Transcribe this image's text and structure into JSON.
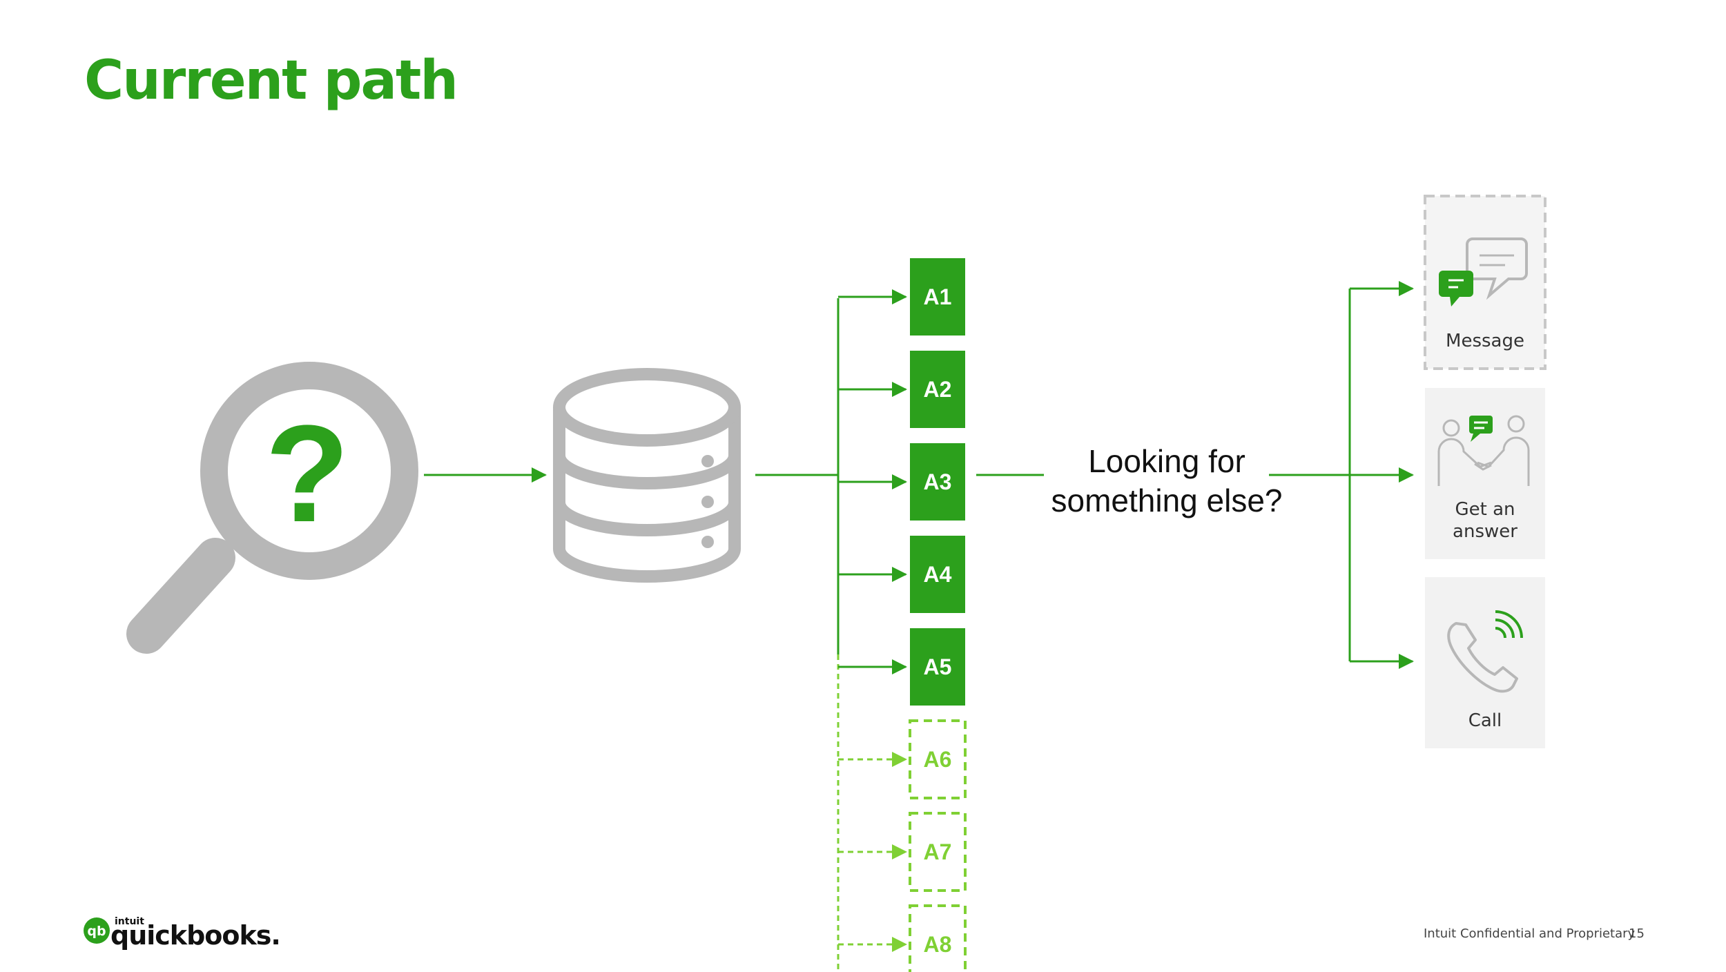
{
  "slide": {
    "title": "Current path",
    "question": [
      "Looking for",
      "something else?"
    ],
    "footer_text": "Intuit Confidential and Proprietary",
    "page_number": "15"
  },
  "brand": {
    "small": "intuit",
    "name": "quickbooks.",
    "logo_mark": "qb"
  },
  "answers": [
    {
      "label": "A1",
      "style": "solid"
    },
    {
      "label": "A2",
      "style": "solid"
    },
    {
      "label": "A3",
      "style": "solid"
    },
    {
      "label": "A4",
      "style": "solid"
    },
    {
      "label": "A5",
      "style": "solid"
    },
    {
      "label": "A6",
      "style": "dashed"
    },
    {
      "label": "A7",
      "style": "dashed"
    },
    {
      "label": "A8",
      "style": "dashed"
    }
  ],
  "cards": [
    {
      "label": "Message",
      "icon": "chat-bubbles-icon",
      "style": "dashed"
    },
    {
      "label": "Get an answer",
      "label_lines": [
        "Get an",
        "answer"
      ],
      "icon": "people-handshake-icon",
      "style": "solid"
    },
    {
      "label": "Call",
      "icon": "phone-icon",
      "style": "solid"
    }
  ],
  "icons": {
    "search": "magnifying-glass-question-icon",
    "database": "database-icon"
  },
  "colors": {
    "green": "#2ca01c",
    "light_green": "#7fd034",
    "gray": "#b7b7b7",
    "card_bg": "#f2f2f2",
    "card_border": "#c8c8c8"
  }
}
